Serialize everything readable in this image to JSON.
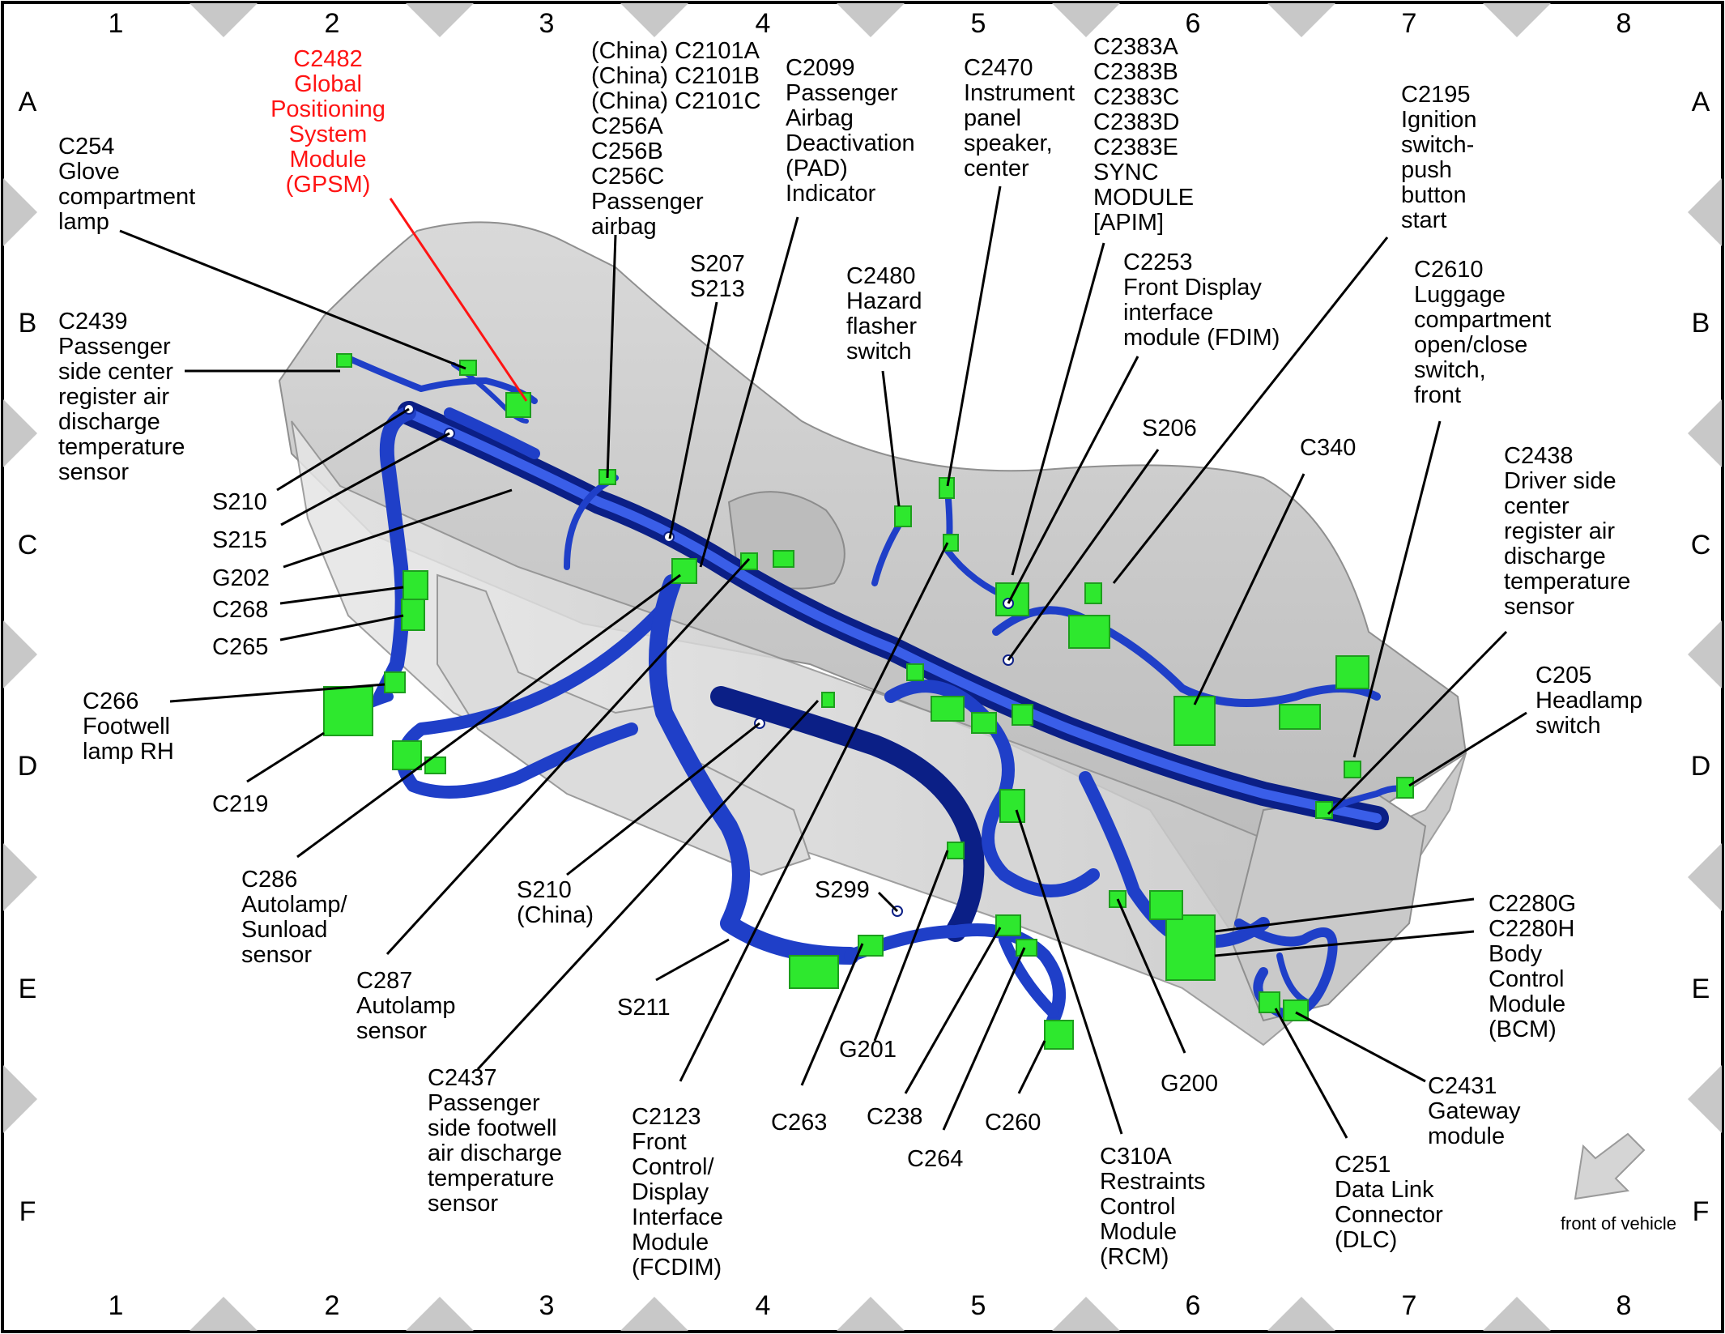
{
  "grid": {
    "columns": [
      "1",
      "2",
      "3",
      "4",
      "5",
      "6",
      "7",
      "8"
    ],
    "rows": [
      "A",
      "B",
      "C",
      "D",
      "E",
      "F"
    ]
  },
  "front_of_vehicle": "front of vehicle",
  "callouts": [
    {
      "id": "c2482-gpsm",
      "lines": [
        "C2482",
        "Global",
        "Positioning",
        "System",
        "Module",
        "(GPSM)"
      ],
      "highlight": true
    },
    {
      "id": "c254",
      "lines": [
        "C254",
        "Glove",
        "compartment",
        "lamp"
      ]
    },
    {
      "id": "c2101-passenger-airbag",
      "lines": [
        "(China) C2101A",
        "(China) C2101B",
        "(China) C2101C",
        "C256A",
        "C256B",
        "C256C",
        "Passenger",
        "airbag"
      ]
    },
    {
      "id": "c2099",
      "lines": [
        "C2099",
        "Passenger",
        "Airbag",
        "Deactivation",
        "(PAD)",
        "Indicator"
      ]
    },
    {
      "id": "c2470",
      "lines": [
        "C2470",
        "Instrument",
        "panel",
        "speaker,",
        "center"
      ]
    },
    {
      "id": "c2383-sync",
      "lines": [
        "C2383A",
        "C2383B",
        "C2383C",
        "C2383D",
        "C2383E",
        "SYNC",
        "MODULE",
        "[APIM]"
      ]
    },
    {
      "id": "c2195",
      "lines": [
        "C2195",
        "Ignition",
        "switch-",
        "push",
        "button",
        "start"
      ]
    },
    {
      "id": "c2439",
      "lines": [
        "C2439",
        "Passenger",
        "side center",
        "register air",
        "discharge",
        "temperature",
        "sensor"
      ]
    },
    {
      "id": "s207-s213",
      "lines": [
        "S207",
        "S213"
      ]
    },
    {
      "id": "c2480",
      "lines": [
        "C2480",
        "Hazard",
        "flasher",
        "switch"
      ]
    },
    {
      "id": "c2253",
      "lines": [
        "C2253",
        "Front Display",
        "interface",
        "module (FDIM)"
      ]
    },
    {
      "id": "c2610",
      "lines": [
        "C2610",
        "Luggage",
        "compartment",
        "open/close",
        "switch,",
        "front"
      ]
    },
    {
      "id": "s206",
      "lines": [
        "S206"
      ]
    },
    {
      "id": "c340",
      "lines": [
        "C340"
      ]
    },
    {
      "id": "c2438",
      "lines": [
        "C2438",
        "Driver side",
        "center",
        "register air",
        "discharge",
        "temperature",
        "sensor"
      ]
    },
    {
      "id": "s210",
      "lines": [
        "S210"
      ]
    },
    {
      "id": "s215",
      "lines": [
        "S215"
      ]
    },
    {
      "id": "g202",
      "lines": [
        "G202"
      ]
    },
    {
      "id": "c268",
      "lines": [
        "C268"
      ]
    },
    {
      "id": "c265",
      "lines": [
        "C265"
      ]
    },
    {
      "id": "c266",
      "lines": [
        "C266",
        "Footwell",
        "lamp RH"
      ]
    },
    {
      "id": "c205",
      "lines": [
        "C205",
        "Headlamp",
        "switch"
      ]
    },
    {
      "id": "c219",
      "lines": [
        "C219"
      ]
    },
    {
      "id": "c286",
      "lines": [
        "C286",
        "Autolamp/",
        "Sunload",
        "sensor"
      ]
    },
    {
      "id": "s210-china",
      "lines": [
        "S210",
        "(China)"
      ]
    },
    {
      "id": "s299",
      "lines": [
        "S299"
      ]
    },
    {
      "id": "c2280-bcm",
      "lines": [
        "C2280G",
        "C2280H",
        "Body",
        "Control",
        "Module",
        "(BCM)"
      ]
    },
    {
      "id": "c287",
      "lines": [
        "C287",
        "Autolamp",
        "sensor"
      ]
    },
    {
      "id": "s211",
      "lines": [
        "S211"
      ]
    },
    {
      "id": "g201",
      "lines": [
        "G201"
      ]
    },
    {
      "id": "c2437",
      "lines": [
        "C2437",
        "Passenger",
        "side footwell",
        "air discharge",
        "temperature",
        "sensor"
      ]
    },
    {
      "id": "c2123",
      "lines": [
        "C2123",
        "Front",
        "Control/",
        "Display",
        "Interface",
        "Module",
        "(FCDIM)"
      ]
    },
    {
      "id": "c263",
      "lines": [
        "C263"
      ]
    },
    {
      "id": "c238",
      "lines": [
        "C238"
      ]
    },
    {
      "id": "c264",
      "lines": [
        "C264"
      ]
    },
    {
      "id": "c260",
      "lines": [
        "C260"
      ]
    },
    {
      "id": "c310a",
      "lines": [
        "C310A",
        "Restraints",
        "Control",
        "Module",
        "(RCM)"
      ]
    },
    {
      "id": "g200",
      "lines": [
        "G200"
      ]
    },
    {
      "id": "c2431",
      "lines": [
        "C2431",
        "Gateway",
        "module"
      ]
    },
    {
      "id": "c251",
      "lines": [
        "C251",
        "Data Link",
        "Connector",
        "(DLC)"
      ]
    }
  ],
  "colors": {
    "harness": "#1f3fc8",
    "harness_dark": "#0b1f86",
    "connector": "#2ee82e",
    "connector_dark": "#1d9e1d",
    "panel": "#cfcfcf",
    "border_marker": "#c8c8c8",
    "highlight_text": "#ff1414"
  }
}
